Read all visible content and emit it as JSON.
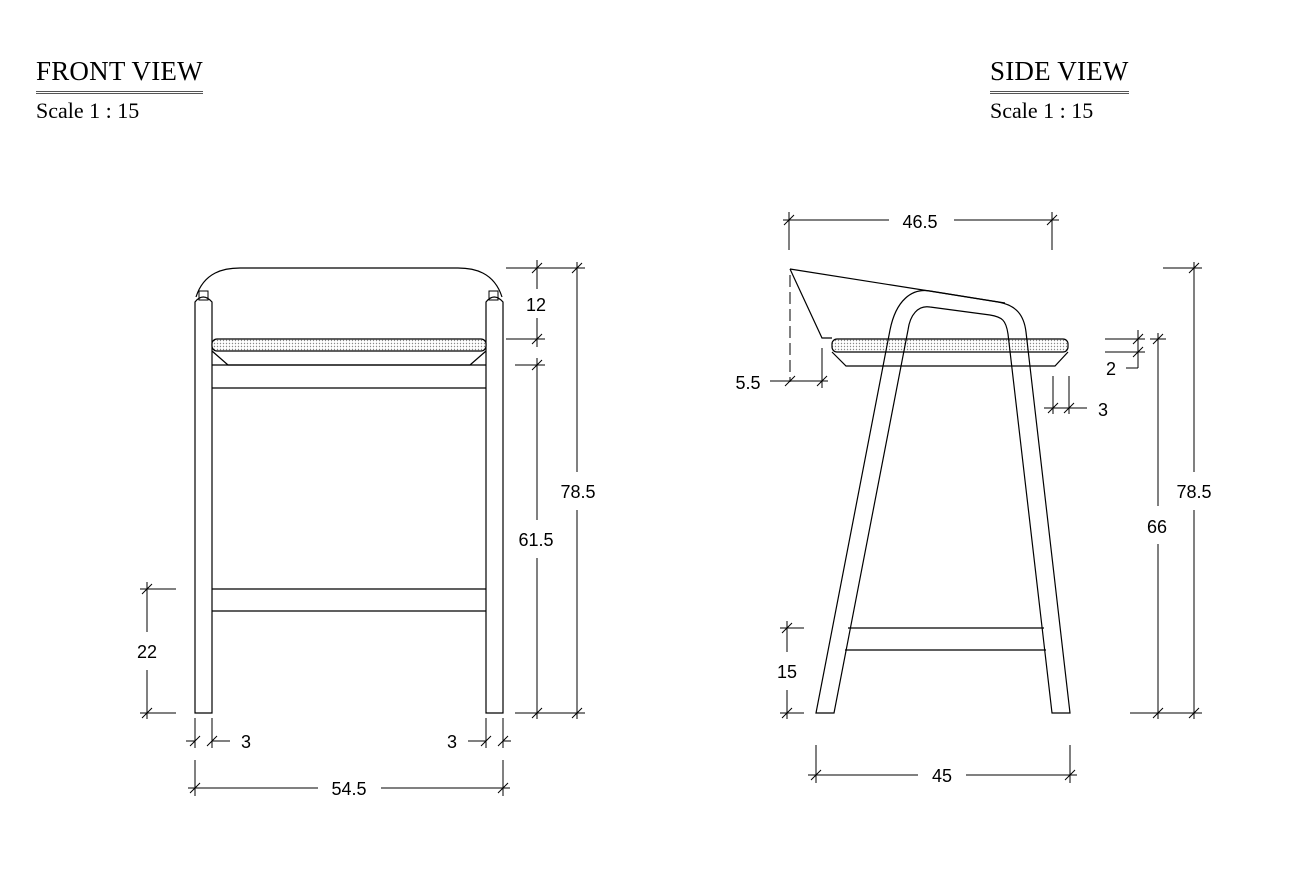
{
  "front_view": {
    "title": "FRONT VIEW",
    "scale": "Scale 1 : 15",
    "dims": {
      "backrest_height": "12",
      "total_height": "78.5",
      "seat_height": "61.5",
      "stretcher_height": "22",
      "leg_left_width": "3",
      "leg_right_width": "3",
      "overall_width": "54.5"
    }
  },
  "side_view": {
    "title": "SIDE VIEW",
    "scale": "Scale 1 : 15",
    "dims": {
      "top_depth": "46.5",
      "back_overhang": "5.5",
      "seat_thickness": "2",
      "front_overhang": "3",
      "total_height": "78.5",
      "seat_height": "66",
      "stretcher_height": "15",
      "base_depth": "45"
    }
  },
  "colors": {
    "line": "#000000",
    "title_underline": "#555555",
    "cushion_hatch": "#888888"
  }
}
